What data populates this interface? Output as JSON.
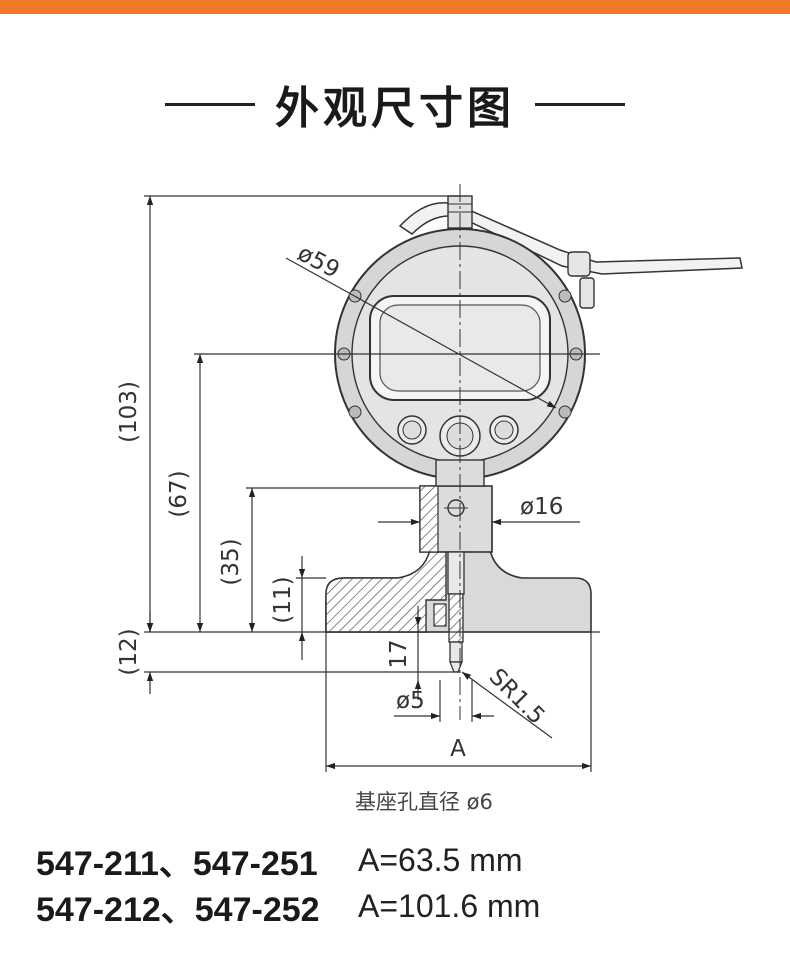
{
  "header": {
    "accent_color": "#ee7a2a",
    "title": "外观尺寸图"
  },
  "drawing": {
    "dims": {
      "d103": "(103)",
      "d67": "(67)",
      "d35": "(35)",
      "d11": "(11)",
      "d12": "(12)",
      "d17": "17",
      "phi59": "ø59",
      "phi16": "ø16",
      "phi5": "ø5",
      "sr": "SR1.5",
      "a": "A"
    },
    "caption": "基座孔直径 ø6"
  },
  "models": [
    {
      "name": "547-211、547-251",
      "value": "A=63.5 mm"
    },
    {
      "name": "547-212、547-252",
      "value": "A=101.6 mm"
    }
  ]
}
